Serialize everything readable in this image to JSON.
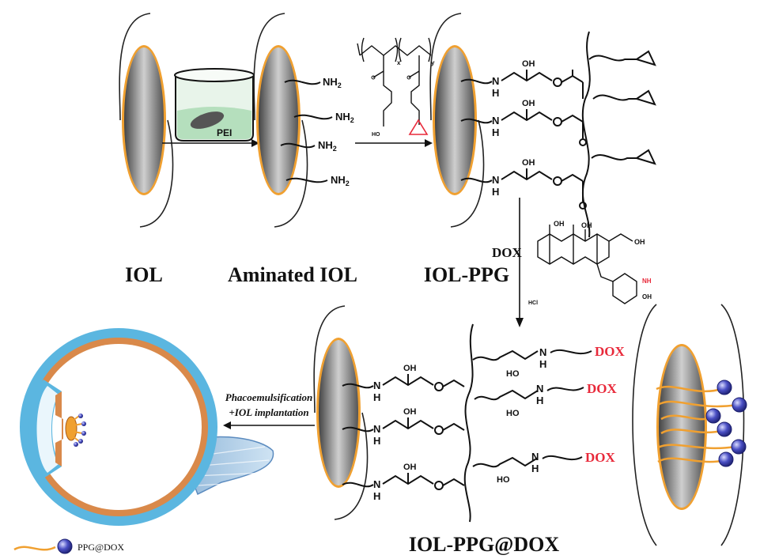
{
  "labels": {
    "iol": "IOL",
    "aminated": "Aminated IOL",
    "iol_ppg": "IOL-PPG",
    "iol_ppg_dox": "IOL-PPG@DOX",
    "pei": "PEI",
    "nh2": "NH",
    "nh2_sub": "2",
    "oh": "OH",
    "ho": "HO",
    "nh_n": "N",
    "nh_h": "H",
    "dox": "DOX",
    "dox_left": "DOX",
    "hcl": "HCl",
    "x_sub": "x",
    "y_sub": "y",
    "surgery_line1": "Phacoemulsification",
    "surgery_line2": "+IOL implantation",
    "legend": "PPG@DOX"
  },
  "colors": {
    "iol_rim": "#f0a030",
    "iol_dark": "#3a3a3a",
    "iol_light": "#f4f4f4",
    "eye_blue": "#5bb6e0",
    "eye_orange": "#d9894a",
    "dox_red": "#e8293a",
    "bead_blue": "#4a4fc4"
  }
}
